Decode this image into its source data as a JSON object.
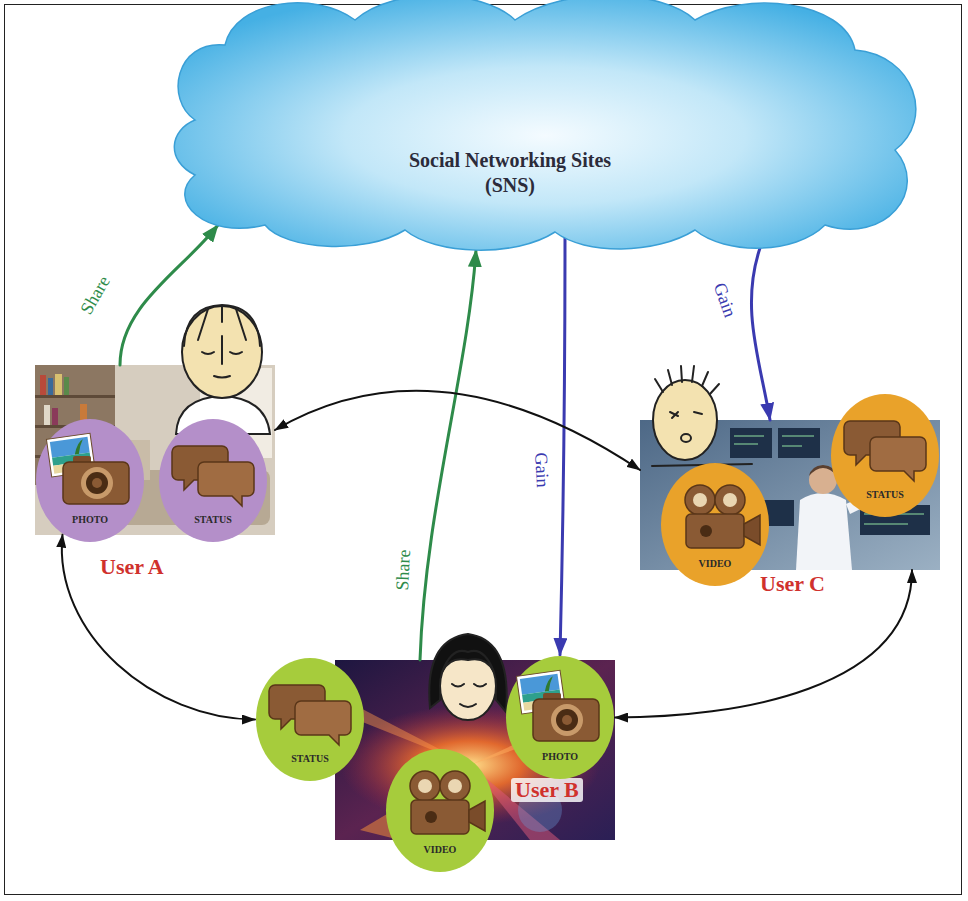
{
  "diagram": {
    "nodes": [
      {
        "text": [
          "Social Networking Sites (SNS)"
        ]
      },
      {
        "text": [
          "User A"
        ]
      },
      {
        "text": [
          "PHOTO"
        ],
        "in": 1
      },
      {
        "text": [
          "STATUS"
        ],
        "in": 1
      },
      {
        "text": [
          "User C"
        ]
      },
      {
        "text": [
          "VIDEO"
        ],
        "in": 4
      },
      {
        "text": [
          "STATUS"
        ],
        "in": 4
      },
      {
        "text": [
          "User B"
        ]
      },
      {
        "text": [
          "STATUS"
        ],
        "in": 7
      },
      {
        "text": [
          "VIDEO"
        ],
        "in": 7
      },
      {
        "text": [
          "PHOTO"
        ],
        "in": 7
      }
    ],
    "edges": [
      {
        "from": 1,
        "to": 0,
        "label": "Share",
        "arrow": "to"
      },
      {
        "from": 7,
        "to": 0,
        "label": "Share",
        "arrow": "to"
      },
      {
        "from": 0,
        "to": 10,
        "label": "Gain",
        "arrow": "to"
      },
      {
        "from": 0,
        "to": 4,
        "label": "Gain",
        "arrow": "to"
      },
      {
        "from": 1,
        "to": 4,
        "arrow": "both"
      },
      {
        "from": 2,
        "to": 8,
        "arrow": "both"
      },
      {
        "from": 4,
        "to": 10,
        "arrow": "both"
      }
    ]
  }
}
